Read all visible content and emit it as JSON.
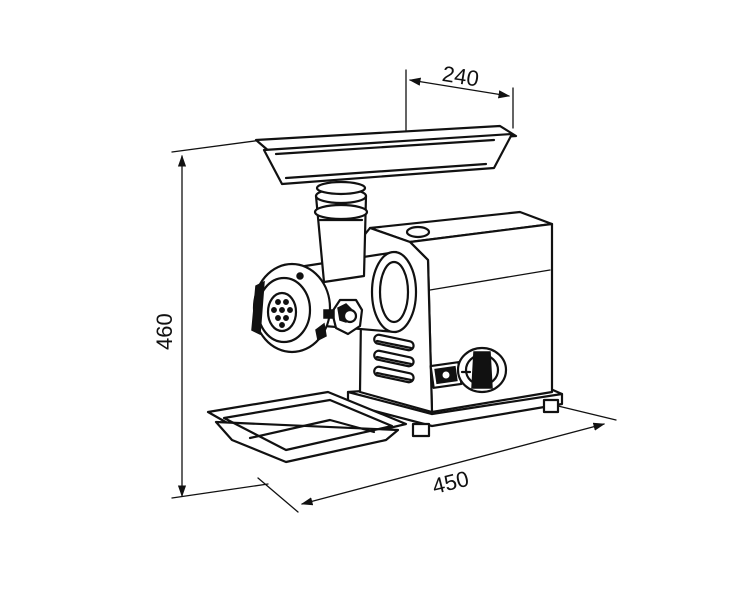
{
  "dimensions": {
    "depth": "240",
    "height": "460",
    "width": "450"
  },
  "colors": {
    "line": "#111111",
    "background": "#ffffff"
  }
}
